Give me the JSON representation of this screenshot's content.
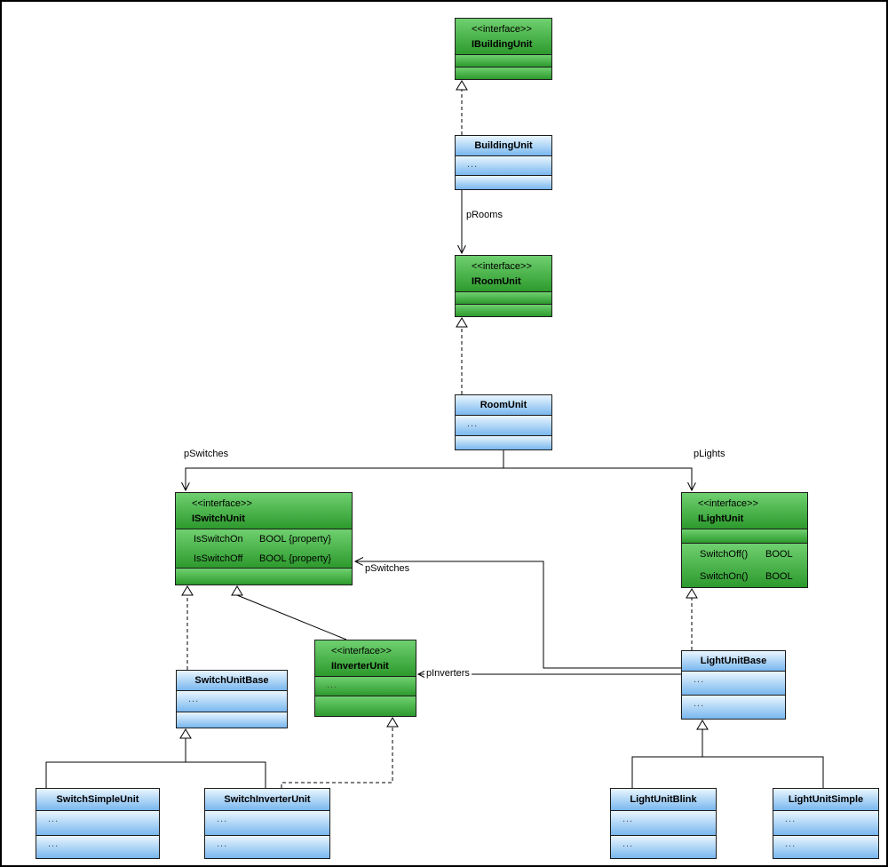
{
  "diagram": {
    "type": "uml-class-diagram",
    "stereotype_interface": "<<interface>>",
    "colors": {
      "interface_fill_top": "#6fd06f",
      "interface_fill_bottom": "#2d9a2d",
      "class_fill_top": "#eaf6fe",
      "class_fill_bottom": "#79b7ef",
      "line": "#000000",
      "background": "#ffffff"
    }
  },
  "classes": {
    "IBuildingUnit": {
      "stereotype": "<<interface>>",
      "name": "IBuildingUnit"
    },
    "BuildingUnit": {
      "name": "BuildingUnit",
      "attributes": [
        "..."
      ]
    },
    "IRoomUnit": {
      "stereotype": "<<interface>>",
      "name": "IRoomUnit"
    },
    "RoomUnit": {
      "name": "RoomUnit",
      "attributes": [
        "..."
      ]
    },
    "ISwitchUnit": {
      "stereotype": "<<interface>>",
      "name": "ISwitchUnit",
      "attributes": [
        {
          "name": "IsSwitchOn",
          "type": "BOOL {property}"
        },
        {
          "name": "IsSwitchOff",
          "type": "BOOL {property}"
        }
      ]
    },
    "ILightUnit": {
      "stereotype": "<<interface>>",
      "name": "ILightUnit",
      "operations": [
        {
          "name": "SwitchOff()",
          "type": "BOOL"
        },
        {
          "name": "SwitchOn()",
          "type": "BOOL"
        }
      ]
    },
    "IInverterUnit": {
      "stereotype": "<<interface>>",
      "name": "IInverterUnit",
      "attributes": [
        "..."
      ]
    },
    "SwitchUnitBase": {
      "name": "SwitchUnitBase",
      "attributes": [
        "..."
      ]
    },
    "LightUnitBase": {
      "name": "LightUnitBase",
      "attributes": [
        "..."
      ],
      "operations": [
        "..."
      ]
    },
    "SwitchSimpleUnit": {
      "name": "SwitchSimpleUnit",
      "attributes": [
        "..."
      ],
      "operations": [
        "..."
      ]
    },
    "SwitchInverterUnit": {
      "name": "SwitchInverterUnit",
      "attributes": [
        "..."
      ],
      "operations": [
        "..."
      ]
    },
    "LightUnitBlink": {
      "name": "LightUnitBlink",
      "attributes": [
        "..."
      ],
      "operations": [
        "..."
      ]
    },
    "LightUnitSimple": {
      "name": "LightUnitSimple",
      "attributes": [
        "..."
      ],
      "operations": [
        "..."
      ]
    }
  },
  "edge_labels": {
    "pRooms": "pRooms",
    "pSwitches_room": "pSwitches",
    "pLights": "pLights",
    "pSwitches_light": "pSwitches",
    "pInverters": "pInverters"
  }
}
